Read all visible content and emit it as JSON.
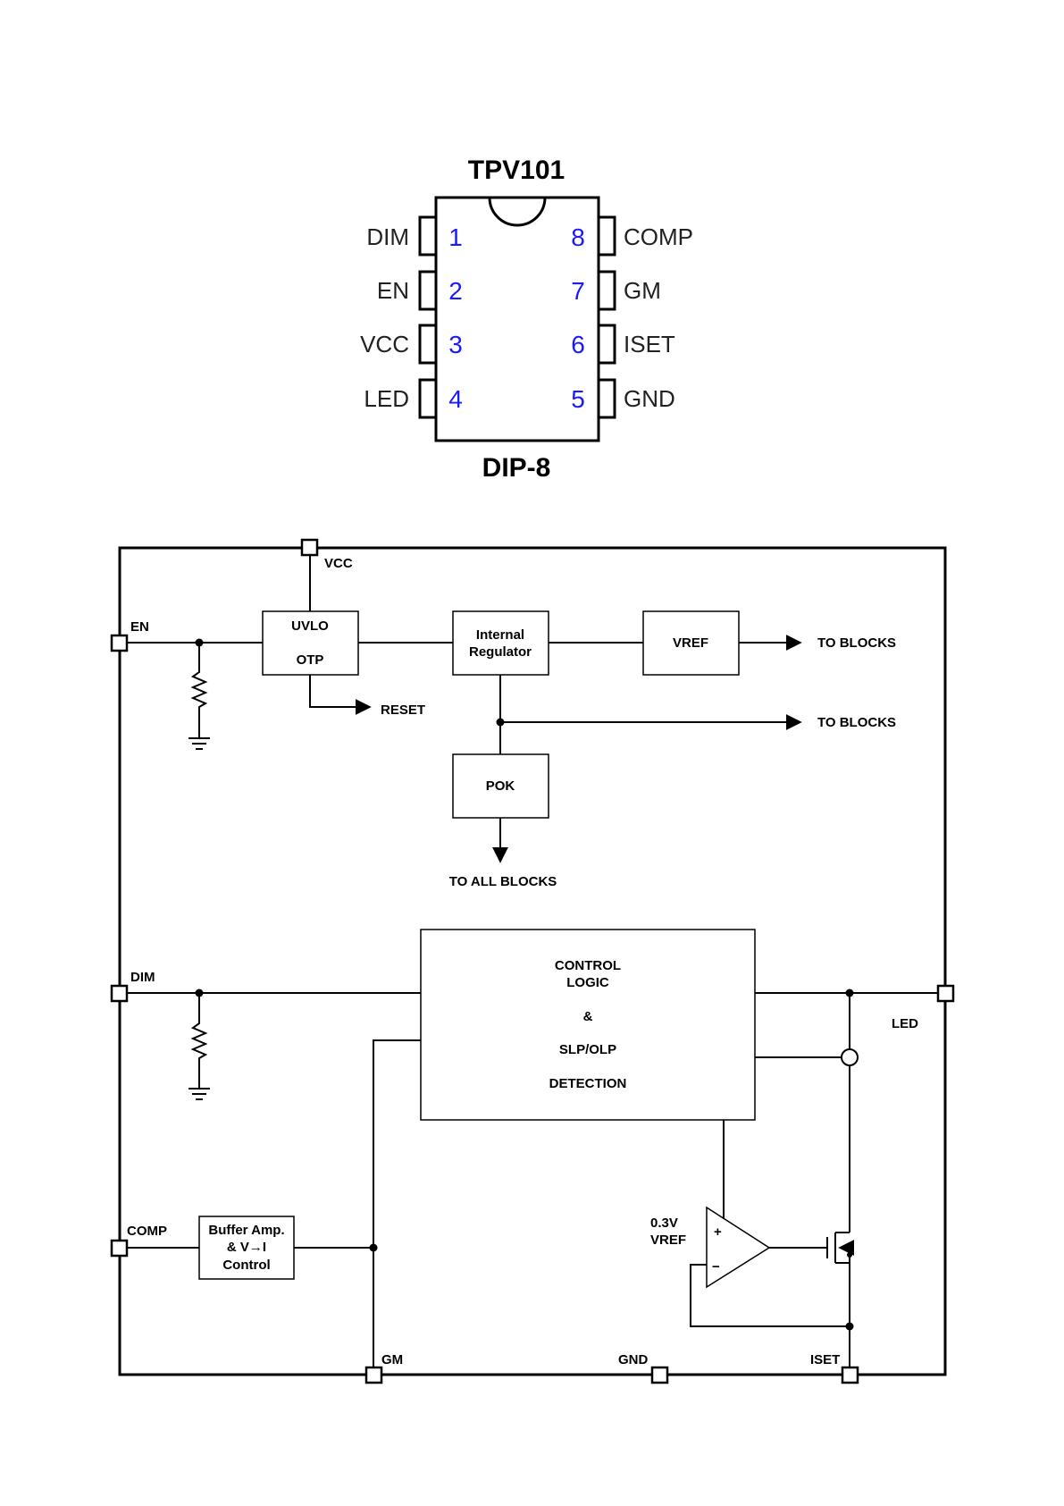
{
  "package": {
    "title": "TPV101",
    "type": "DIP-8",
    "pins_left": [
      {
        "num": "1",
        "name": "DIM"
      },
      {
        "num": "2",
        "name": "EN"
      },
      {
        "num": "3",
        "name": "VCC"
      },
      {
        "num": "4",
        "name": "LED"
      }
    ],
    "pins_right": [
      {
        "num": "8",
        "name": "COMP"
      },
      {
        "num": "7",
        "name": "GM"
      },
      {
        "num": "6",
        "name": "ISET"
      },
      {
        "num": "5",
        "name": "GND"
      }
    ]
  },
  "block_diagram": {
    "pins": {
      "vcc": "VCC",
      "en": "EN",
      "dim": "DIM",
      "comp": "COMP",
      "gm": "GM",
      "gnd": "GND",
      "iset": "ISET",
      "led": "LED"
    },
    "blocks": {
      "uvlo": "UVLO",
      "otp": "OTP",
      "regulator_l1": "Internal",
      "regulator_l2": "Regulator",
      "vref": "VREF",
      "pok": "POK",
      "control_l1": "CONTROL",
      "control_l2": "LOGIC",
      "control_l3": "&",
      "control_l4": "SLP/OLP",
      "control_l5": "DETECTION",
      "buffer_l1": "Buffer Amp.",
      "buffer_l2": "& V→I",
      "buffer_l3": "Control"
    },
    "signals": {
      "to_blocks_1": "TO BLOCKS",
      "to_blocks_2": "TO BLOCKS",
      "reset": "RESET",
      "to_all_blocks": "TO ALL BLOCKS",
      "ref_voltage": "0.3V",
      "ref_name": "VREF",
      "opamp_plus": "+",
      "opamp_minus": "−"
    }
  }
}
